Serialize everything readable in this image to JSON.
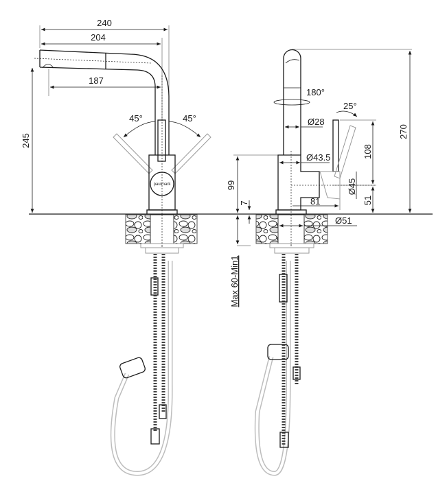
{
  "drawing": {
    "brand_logo": "paulmark",
    "side_view": {
      "dims": {
        "total_reach": "240",
        "spout_reach": "204",
        "outlet_reach": "187",
        "outlet_height": "245",
        "handle_angle_left": "45°",
        "handle_angle_right": "45°"
      }
    },
    "front_view": {
      "dims": {
        "rotation": "180°",
        "handle_tilt": "25°",
        "spout_diameter": "Ø28",
        "body_diameter": "Ø43.5",
        "handle_diameter": "Ø45",
        "handle_offset": "81",
        "total_height": "270",
        "handle_height": "108",
        "handle_axis_height": "51",
        "body_height": "99",
        "base_ring": "7",
        "mount_diameter": "Ø51",
        "countertop_thickness": "Max 60-Min1"
      }
    }
  }
}
